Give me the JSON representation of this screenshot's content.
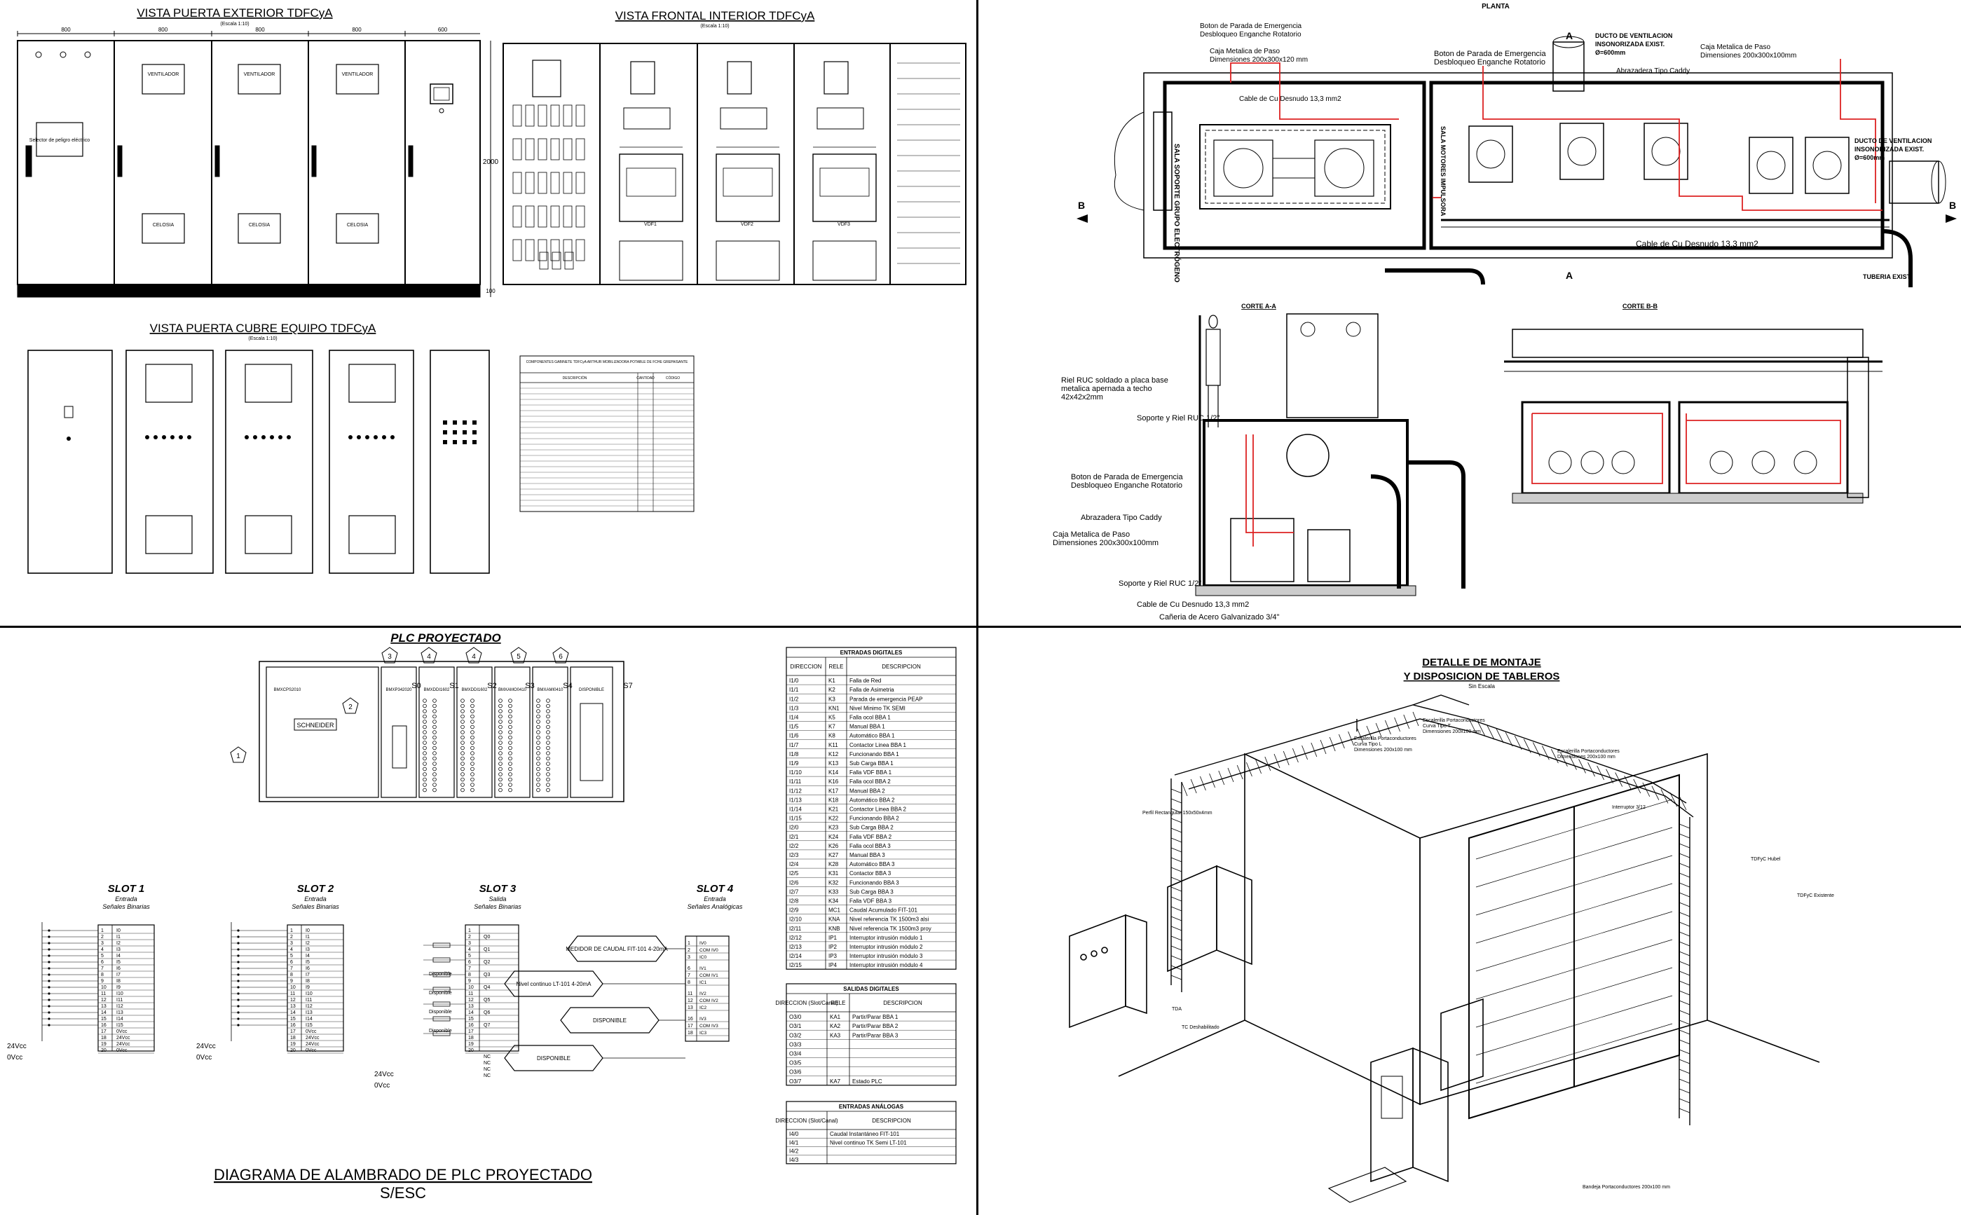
{
  "top_left": {
    "exterior_title": "VISTA PUERTA EXTERIOR TDFCyA",
    "exterior_scale": "(Escala 1:10)",
    "frontal_title": "VISTA FRONTAL INTERIOR TDFCyA",
    "frontal_scale": "(Escala 1:10)",
    "cover_title": "VISTA PUERTA CUBRE EQUIPO TDFCyA",
    "cover_scale": "(Escala 1:10)",
    "dims_top": [
      "800",
      "800",
      "800",
      "800",
      "600"
    ],
    "dim_height": "2000",
    "dim_base": "100",
    "door_labels": {
      "selector": "Selector de peligro eléctrico",
      "ventilador": "VENTILADOR",
      "celosia": "CELOSIA"
    },
    "vdf_labels": [
      "VDF1",
      "VDF2",
      "VDF3"
    ],
    "components_table": {
      "title": "COMPONENTES GABINETE TDFCyA ARTHUR MOBILIZADORA POTABLE DE FCHE GREPAISANTE",
      "headers": [
        "DESCRIPCIÓN",
        "CANTIDAD",
        "CÓDIGO"
      ]
    }
  },
  "top_right": {
    "planta_title": "PLANTA",
    "corte_a_title": "CORTE A-A",
    "corte_b_title": "CORTE B-B",
    "section_marks": [
      "A",
      "A",
      "B",
      "B"
    ],
    "room_label_left": "SALA SOPORTE GRUPO ELECTRÓGENO",
    "room_label_right": "SALA MOTORES IMPULSORA",
    "notes": [
      "Boton de Parada de Emergencia",
      "Desbloqueo Enganche Rotatorio",
      "Caja Metalica de Paso",
      "Dimensiones 200x300x120 mm",
      "Cable de Cu Desnudo 13,3 mm2",
      "Boton de Parada de Emergencia",
      "Desbloqueo Enganche Rotatorio",
      "DUCTO DE VENTILACION",
      "INSONORIZADA EXIST.",
      "Ø=600mm",
      "Caja Metalica de Paso",
      "Dimensiones 200x300x100mm",
      "Abrazadera Tipo Caddy",
      "DUCTO DE VENTILACION",
      "INSONORIZADA EXIST.",
      "Ø=600mm",
      "Cable de Cu Desnudo 13,3 mm2",
      "TUBERIA EXIST."
    ],
    "corte_a_notes": [
      "Riel RUC soldado a placa base",
      "metalica apernada a techo",
      "42x42x2mm",
      "Soporte y Riel RUC 1/2\"",
      "Boton de Parada de Emergencia",
      "Desbloqueo Enganche Rotatorio",
      "Abrazadera Tipo Caddy",
      "Caja Metalica de Paso",
      "Dimensiones 200x300x100mm",
      "Soporte y Riel RUC 1/2\"",
      "Cable de Cu Desnudo 13,3 mm2",
      "Cañeria de Acero Galvanizado 3/4\""
    ]
  },
  "bottom_left": {
    "plc_title": "PLC PROYECTADO",
    "plc_module_labels": [
      "BMXCPS2010",
      "BMXP342020",
      "BMXDDI1602",
      "BMXDDI1602",
      "BMXAMO0410",
      "BMXAMI0410",
      "DISPONIBLE"
    ],
    "slot_tags": [
      "S0",
      "S1",
      "S2",
      "S3",
      "S4",
      "S7"
    ],
    "callouts": [
      "1",
      "2",
      "3",
      "4",
      "4",
      "5",
      "6"
    ],
    "schneider": "SCHNEIDER",
    "slots": [
      {
        "title": "SLOT 1",
        "sub1": "Entrada",
        "sub2": "Señales Binarias"
      },
      {
        "title": "SLOT 2",
        "sub1": "Entrada",
        "sub2": "Señales Binarias"
      },
      {
        "title": "SLOT 3",
        "sub1": "Salida",
        "sub2": "Señales Binarias"
      },
      {
        "title": "SLOT 4",
        "sub1": "Entrada",
        "sub2": "Señales Analógicas"
      }
    ],
    "slot_inputs": [
      "I0",
      "I1",
      "I2",
      "I3",
      "I4",
      "I5",
      "I6",
      "I7",
      "I8",
      "I9",
      "I10",
      "I11",
      "I12",
      "I13",
      "I14",
      "I15",
      "0Vcc",
      "24Vcc",
      "24Vcc",
      "0Vcc"
    ],
    "slot3_outputs": [
      "Q0",
      "Q1",
      "Q2",
      "Q3",
      "Q4",
      "Q5",
      "Q6",
      "Q7",
      "NC",
      "NC",
      "NC",
      "NC"
    ],
    "analog_pins": [
      "IV0",
      "COM IV0",
      "IC0",
      "IV1",
      "COM IV1",
      "IC1",
      "IV2",
      "COM IV2",
      "IC2",
      "IV3",
      "COM IV3",
      "IC3"
    ],
    "analog_sources": [
      "MEDIDOR DE CAUDAL FIT-101 4-20mA",
      "Nivel continuo LT-101 4-20mA",
      "DISPONIBLE",
      "DISPONIBLE"
    ],
    "vcc_labels": [
      "24Vcc",
      "0Vcc"
    ],
    "disponible": "Disponible",
    "footer_line1": "DIAGRAMA DE ALAMBRADO DE PLC PROYECTADO",
    "footer_line2": "S/ESC",
    "entradas_digitales": {
      "title": "ENTRADAS DIGITALES",
      "headers": [
        "DIRECCION",
        "RELE",
        "DESCRIPCION"
      ],
      "rows": [
        [
          "I1/0",
          "K1",
          "Falla de Red"
        ],
        [
          "I1/1",
          "K2",
          "Falla de Asimetria"
        ],
        [
          "I1/2",
          "K3",
          "Parada de emergencia PEAP"
        ],
        [
          "I1/3",
          "KN1",
          "Nivel Minimo TK SEMI"
        ],
        [
          "I1/4",
          "K5",
          "Falla ocol BBA 1"
        ],
        [
          "I1/5",
          "K7",
          "Manual BBA 1"
        ],
        [
          "I1/6",
          "K8",
          "Automático BBA 1"
        ],
        [
          "I1/7",
          "K11",
          "Contactor Linea BBA 1"
        ],
        [
          "I1/8",
          "K12",
          "Funcionando BBA 1"
        ],
        [
          "I1/9",
          "K13",
          "Sub Carga BBA 1"
        ],
        [
          "I1/10",
          "K14",
          "Falla VDF BBA 1"
        ],
        [
          "I1/11",
          "K16",
          "Falla ocol BBA 2"
        ],
        [
          "I1/12",
          "K17",
          "Manual BBA 2"
        ],
        [
          "I1/13",
          "K18",
          "Automático BBA 2"
        ],
        [
          "I1/14",
          "K21",
          "Contactor Linea BBA 2"
        ],
        [
          "I1/15",
          "K22",
          "Funcionando BBA 2"
        ],
        [
          "I2/0",
          "K23",
          "Sub Carga BBA 2"
        ],
        [
          "I2/1",
          "K24",
          "Falla VDF BBA 2"
        ],
        [
          "I2/2",
          "K26",
          "Falla ocol BBA 3"
        ],
        [
          "I2/3",
          "K27",
          "Manual BBA 3"
        ],
        [
          "I2/4",
          "K28",
          "Automático BBA 3"
        ],
        [
          "I2/5",
          "K31",
          "Contactor BBA 3"
        ],
        [
          "I2/6",
          "K32",
          "Funcionando BBA 3"
        ],
        [
          "I2/7",
          "K33",
          "Sub Carga BBA 3"
        ],
        [
          "I2/8",
          "K34",
          "Falla VDF BBA 3"
        ],
        [
          "I2/9",
          "MC1",
          "Caudal Acumulado FIT-101"
        ],
        [
          "I2/10",
          "KNA",
          "Nivel referencia TK 1500m3 alsi"
        ],
        [
          "I2/11",
          "KNB",
          "Nivel referencia TK 1500m3 proy"
        ],
        [
          "I2/12",
          "IP1",
          "Interruptor intrusión módulo 1"
        ],
        [
          "I2/13",
          "IP2",
          "Interruptor intrusión módulo 2"
        ],
        [
          "I2/14",
          "IP3",
          "Interruptor intrusión módulo 3"
        ],
        [
          "I2/15",
          "IP4",
          "Interruptor intrusión módulo 4"
        ]
      ]
    },
    "salidas_digitales": {
      "title": "SALIDAS DIGITALES",
      "headers": [
        "DIRECCION (Slot/Canal)",
        "RELE",
        "DESCRIPCION"
      ],
      "rows": [
        [
          "O3/0",
          "KA1",
          "Partir/Parar BBA 1"
        ],
        [
          "O3/1",
          "KA2",
          "Partir/Parar BBA 2"
        ],
        [
          "O3/2",
          "KA3",
          "Partir/Parar BBA 3"
        ],
        [
          "O3/3",
          "",
          ""
        ],
        [
          "O3/4",
          "",
          ""
        ],
        [
          "O3/5",
          "",
          ""
        ],
        [
          "O3/6",
          "",
          ""
        ],
        [
          "O3/7",
          "KA7",
          "Estado PLC"
        ]
      ]
    },
    "entradas_analogas": {
      "title": "ENTRADAS ANÁLOGAS",
      "headers": [
        "DIRECCION (Slot/Canal)",
        "DESCRIPCION"
      ],
      "rows": [
        [
          "I4/0",
          "Caudal Instantáneo FIT-101"
        ],
        [
          "I4/1",
          "Nivel continuo TK Semi LT-101"
        ],
        [
          "I4/2",
          ""
        ],
        [
          "I4/3",
          ""
        ]
      ]
    }
  },
  "bottom_right": {
    "title_line1": "DETALLE DE MONTAJE",
    "title_line2": "Y DISPOSICION DE TABLEROS",
    "subtitle": "Sin Escala",
    "labels": [
      "Escalerilla Portaconductores",
      "Curva Tipo T",
      "Dimensiones 200x100 mm",
      "Escalerilla Portaconductores",
      "Curva Tipo L",
      "Dimensiones 200x100 mm",
      "Escalerilla Portaconductores",
      "Dimensiones 200x100 mm",
      "Interruptor 3/12",
      "Perfil Rectangular 150x50x4mm",
      "TDFyC Hubel",
      "TDFyC Existente",
      "TDA",
      "TC Deshabilitado",
      "Bandeja Portaconductores 200x100 mm"
    ]
  }
}
